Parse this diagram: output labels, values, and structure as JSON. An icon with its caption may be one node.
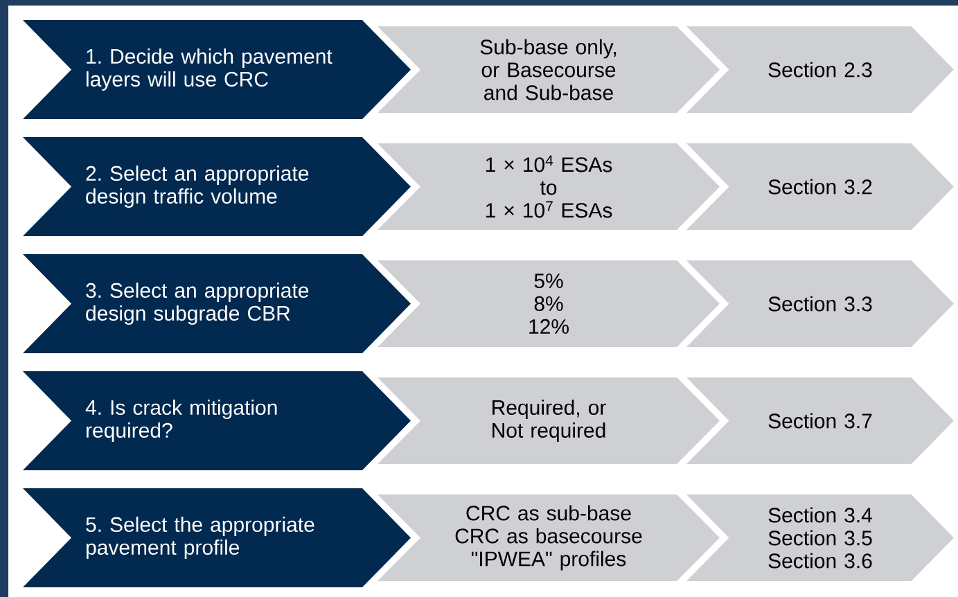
{
  "diagram": {
    "nodes": [
      {
        "text": [
          "1. Decide which pavement layers will use CRC"
        ]
      },
      {
        "text": [
          "Sub-base only, or Basecourse and Sub-base"
        ]
      },
      {
        "text": [
          "Section 2.3"
        ]
      },
      {
        "text": [
          "2. Select an appropriate design traffic volume"
        ]
      },
      {
        "text": [
          "1 × 10$^{4}$ ESAs",
          "to",
          "1 × 10$^{7}$ ESAs"
        ]
      },
      {
        "text": [
          "Section 3.2"
        ]
      },
      {
        "text": [
          "3. Select an appropriate design subgrade CBR"
        ]
      },
      {
        "text": [
          "5%",
          "8%",
          "12%"
        ]
      },
      {
        "text": [
          "Section 3.3"
        ]
      },
      {
        "text": [
          "4. Is crack mitigation required?"
        ]
      },
      {
        "text": [
          "Required, or Not required"
        ]
      },
      {
        "text": [
          "Section 3.7"
        ]
      },
      {
        "text": [
          "5. Select the appropriate pavement profile"
        ]
      },
      {
        "text": [
          "CRC as sub-base",
          "CRC as basecourse",
          "\"IPWEA\" profiles"
        ]
      },
      {
        "text": [
          "Section 3.4",
          "Section 3.5",
          "Section 3.6"
        ]
      }
    ]
  }
}
